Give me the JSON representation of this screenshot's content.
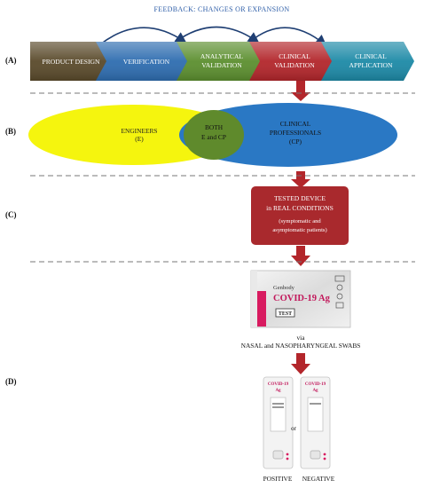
{
  "feedback_label": "FEEDBACK: CHANGES OR EXPANSION",
  "sections": {
    "a": "(A)",
    "b": "(B)",
    "c": "(C)",
    "d": "(D)"
  },
  "pipeline": [
    {
      "line1": "PRODUCT DESIGN",
      "line2": "",
      "color": "#5a4a2b"
    },
    {
      "line1": "VERIFICATION",
      "line2": "",
      "color": "#2e6db0"
    },
    {
      "line1": "ANALYTICAL",
      "line2": "VALIDATION",
      "color": "#5c8f2f"
    },
    {
      "line1": "CLINICAL",
      "line2": "VALIDATION",
      "color": "#b3262b"
    },
    {
      "line1": "CLINICAL",
      "line2": "APPLICATION",
      "color": "#1d8aa7"
    }
  ],
  "venn": {
    "left_line1": "ENGINEERS",
    "left_line2": "(E)",
    "center_line1": "BOTH",
    "center_line2": "E and CP",
    "right_line1": "CLINICAL",
    "right_line2": "PROFESSIONALS",
    "right_line3": "(CP)",
    "left_color": "#f5f50e",
    "right_color": "#2a78c4",
    "overlap_color": "#5f8a2c"
  },
  "tested_device": {
    "line1": "TESTED DEVICE",
    "line2": "in REAL CONDITIONS",
    "line3": "(symptomatic and",
    "line4": "asymptomatic patients)",
    "color": "#a9292d"
  },
  "kit": {
    "brand": "Genbody",
    "product": "COVID-19 Ag",
    "test_label": "TEST"
  },
  "swabs": {
    "line1": "via",
    "line2": "NASAL and NASOPHARYNGEAL SWABS"
  },
  "cassette_label_line1": "COVID-19",
  "cassette_label_line2": "Ag",
  "or_label": "or",
  "results": {
    "positive": "POSITIVE",
    "negative": "NEGATIVE"
  },
  "colors": {
    "arrow": "#b3262b",
    "feedback_arc": "#1f3f73",
    "feedback_text": "#2e5ea8"
  }
}
